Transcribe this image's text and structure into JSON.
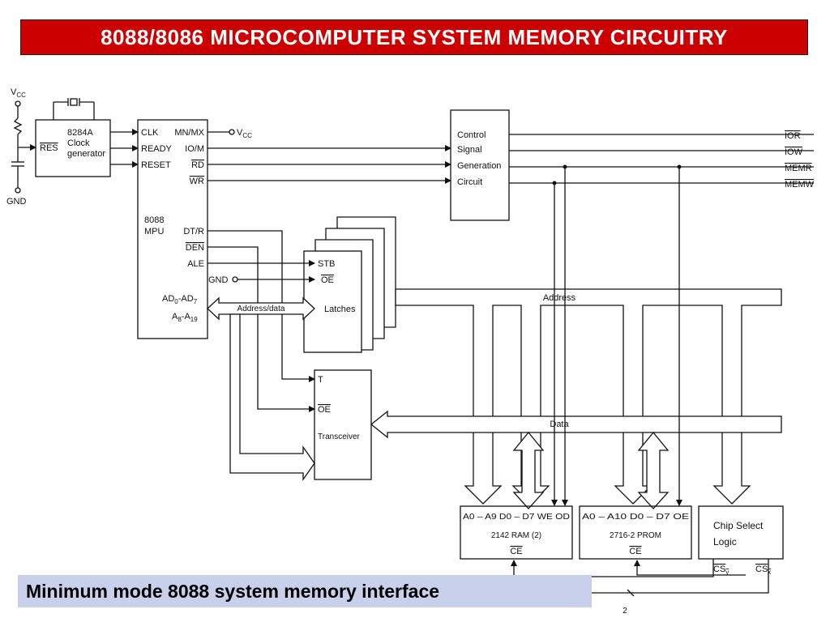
{
  "title": "8088/8086 MICROCOMPUTER SYSTEM MEMORY CIRCUITRY",
  "caption": "Minimum mode 8088 system memory interface",
  "colors": {
    "title_bg": "#cc0000",
    "caption_bg": "#c8d0ec",
    "line": "#111111"
  },
  "power": {
    "vcc": "V",
    "vcc_sub": "CC",
    "gnd": "GND",
    "res": "RES"
  },
  "clock": {
    "line1": "8284A",
    "line2": "Clock",
    "line3": "generator"
  },
  "mpu": {
    "pins_left": [
      "CLK",
      "READY",
      "RESET"
    ],
    "pins_right": [
      "MN/MX",
      "IO/M",
      "RD",
      "WR"
    ],
    "name1": "8088",
    "name2": "MPU",
    "ctrl_pins": [
      "DT/R",
      "DEN",
      "ALE"
    ],
    "gnd": "GND",
    "ad": "AD",
    "ad_sub0": "0",
    "ad_dash": "-AD",
    "ad_sub7": "7",
    "a": "A",
    "a_sub8": "8",
    "a_dash": "-A",
    "a_sub19": "19",
    "vcc": "V",
    "vcc_sub": "CC"
  },
  "control": {
    "line1": "Control",
    "line2": "Signal",
    "line3": "Generation",
    "line4": "Circuit"
  },
  "outputs": [
    "IOR",
    "IOW",
    "MEMR",
    "MEMW"
  ],
  "bus": {
    "address_data": "Address/data",
    "address": "Address",
    "data": "Data"
  },
  "latches": {
    "stb": "STB",
    "oe": "OE",
    "name": "Latches"
  },
  "transceiver": {
    "t": "T",
    "oe": "OE",
    "name": "Transceiver"
  },
  "ram": {
    "pins": "A0 – A9 D0 – D7 WE OD",
    "name": "2142 RAM (2)",
    "ce": "CE"
  },
  "prom": {
    "pins": "A0 – A10 D0 – D7 OE",
    "name": "2716-2 PROM",
    "ce": "CE"
  },
  "chip_select": {
    "line1": "Chip Select",
    "line2": "Logic",
    "csy": "CS",
    "csy_sub": "y",
    "csx": "CS",
    "csx_sub": "x"
  },
  "bus_width": "2"
}
